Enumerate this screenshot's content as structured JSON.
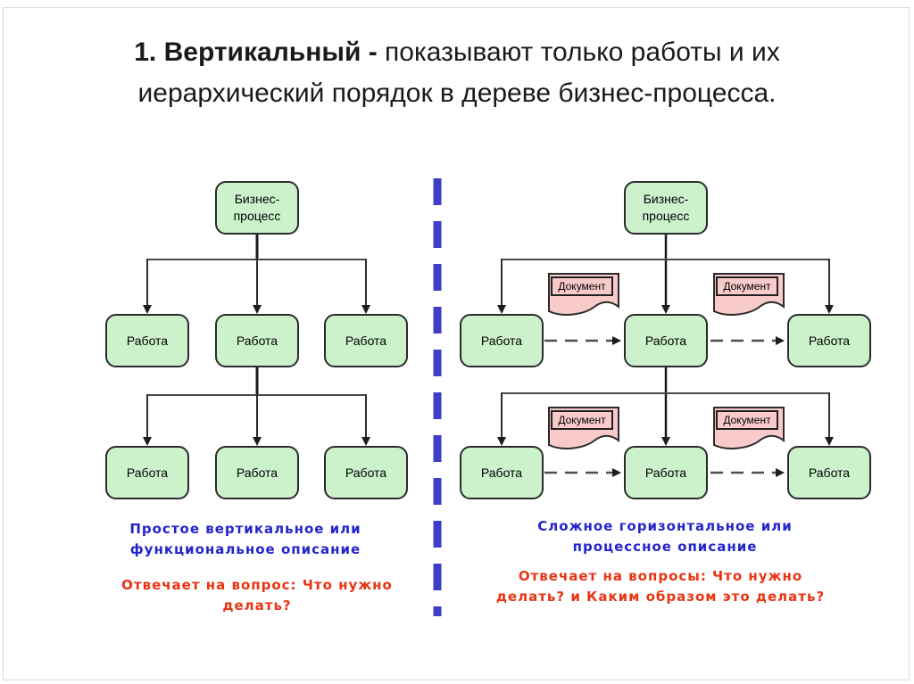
{
  "title": {
    "bold": "1. Вертикальный - ",
    "regular_line1": "показывают только работы и их",
    "line2": "иерархический порядок в дереве бизнес-процесса."
  },
  "labels": {
    "root_line1": "Бизнес-",
    "root_line2": "процесс",
    "work": "Работа",
    "document": "Документ"
  },
  "left_panel": {
    "caption_blue_line1": "Простое вертикальное или",
    "caption_blue_line2": "функциональное описание",
    "caption_red_line1": "Отвечает на вопрос: Что нужно",
    "caption_red_line2": "делать?"
  },
  "right_panel": {
    "caption_blue_line1": "Сложное горизонтальное или",
    "caption_blue_line2": "процессное описание",
    "caption_red_line1": "Отвечает на вопросы: Что нужно",
    "caption_red_line2": "делать? и Каким образом это делать?"
  },
  "colors": {
    "box_green": "#ccf2cc",
    "doc_pink": "#f8caca",
    "box_border": "#2b2b2b",
    "caption_blue": "#2424cb",
    "caption_red": "#e93311",
    "divider_blue": "#3d3dc6",
    "connector_line": "#4a4a4a",
    "title_text": "#1a1a1a"
  }
}
